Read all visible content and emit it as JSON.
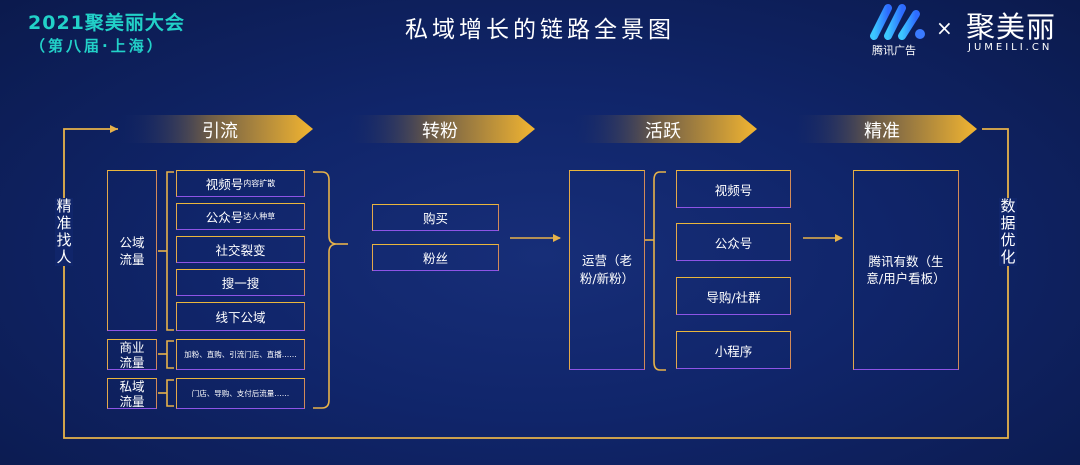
{
  "header": {
    "event_title": "2021聚美丽大会",
    "event_subtitle": "（第八届·上海）",
    "main_title": "私域增长的链路全景图",
    "tencent_ads": "腾讯广告",
    "times": "×",
    "jumeili_title": "聚美丽",
    "jumeili_domain": "JUMEILI.CN"
  },
  "stages": [
    "引流",
    "转粉",
    "活跃",
    "精准"
  ],
  "left_side_label": "精准找人",
  "right_side_label": "数据优化",
  "traffic_sources": [
    {
      "label": "公域流量",
      "channels": [
        {
          "main": "视频号",
          "note": "内容扩散"
        },
        {
          "main": "公众号",
          "note": "达人种草"
        },
        {
          "main": "社交裂变",
          "note": ""
        },
        {
          "main": "搜一搜",
          "note": ""
        },
        {
          "main": "线下公域",
          "note": ""
        }
      ]
    },
    {
      "label": "商业流量",
      "detail": "加粉、直购、引流门店、直播……"
    },
    {
      "label": "私域流量",
      "detail": "门店、导购、支付后流量……"
    }
  ],
  "fan_conversion": [
    "购买",
    "粉丝"
  ],
  "operation_box": "运营（老粉/新粉）",
  "touchpoints": [
    "视频号",
    "公众号",
    "导购/社群",
    "小程序"
  ],
  "precision_box": "腾讯有数（生意/用户看板）",
  "colors": {
    "background": "#10256a",
    "box_border": "#eab63c",
    "purple_accent": "#8e54e6",
    "teal_brand": "#22d1c8",
    "arrow": "#e7b24a"
  }
}
